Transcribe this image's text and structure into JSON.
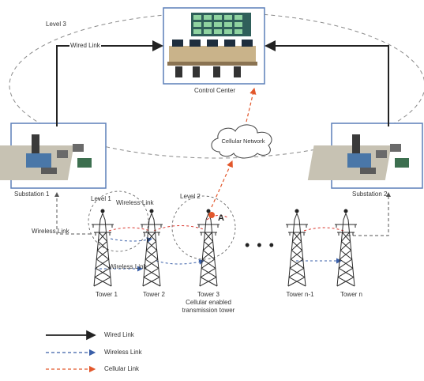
{
  "labels": {
    "level3": "Level 3",
    "wired_link": "Wired Link",
    "control_center": "Control Center",
    "cellular_network": "Cellular Network",
    "substation1": "Substation 1",
    "substation2": "Substation 2",
    "level1": "Level 1",
    "level2": "Level 2",
    "wireless_link_top": "Wireless Link",
    "wireless_link_left": "Wireless Link",
    "wireless_link_bottom": "Wireless Link",
    "marker_a": "A",
    "dots": "• • •",
    "tower1": "Tower 1",
    "tower2": "Tower 2",
    "tower3_line1": "Tower 3",
    "tower3_line2": "Cellular enabled",
    "tower3_line3": "transmission tower",
    "towern1": "Tower n-1",
    "towern": "Tower n"
  },
  "legend": [
    {
      "label": "Wired Link",
      "style": "wired"
    },
    {
      "label": "Wireless Link",
      "style": "wireless"
    },
    {
      "label": "Cellular Link",
      "style": "cellular"
    }
  ],
  "colors": {
    "wired": "#222222",
    "wireless": "#3a5fa8",
    "cellular": "#e2572b",
    "ellipse": "#8a8a8a",
    "tower": "#2a2a2a",
    "red_link": "#d9342b",
    "station_frame": "#5b7fb8"
  }
}
